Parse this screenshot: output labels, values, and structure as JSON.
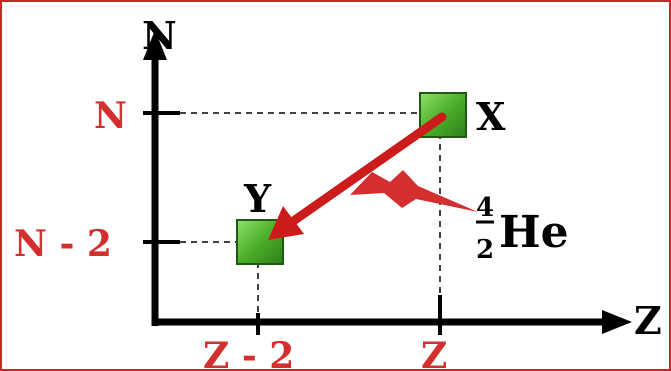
{
  "diagram": {
    "axes": {
      "x_label": "Z",
      "y_label": "N"
    },
    "y_ticks": [
      "N",
      "N - 2"
    ],
    "x_ticks": [
      "Z - 2",
      "Z"
    ],
    "nuclei": {
      "parent": "X",
      "daughter": "Y"
    },
    "emitted_particle": {
      "mass_number": "4",
      "atomic_number": "2",
      "symbol": "He"
    },
    "colors": {
      "axis": "#000000",
      "tick_label": "#d32f2f",
      "arrow": "#cc1b1b",
      "lightning": "#d32f2f",
      "nucleus_fill": "#4caf2a",
      "frame": "#c62828"
    }
  }
}
